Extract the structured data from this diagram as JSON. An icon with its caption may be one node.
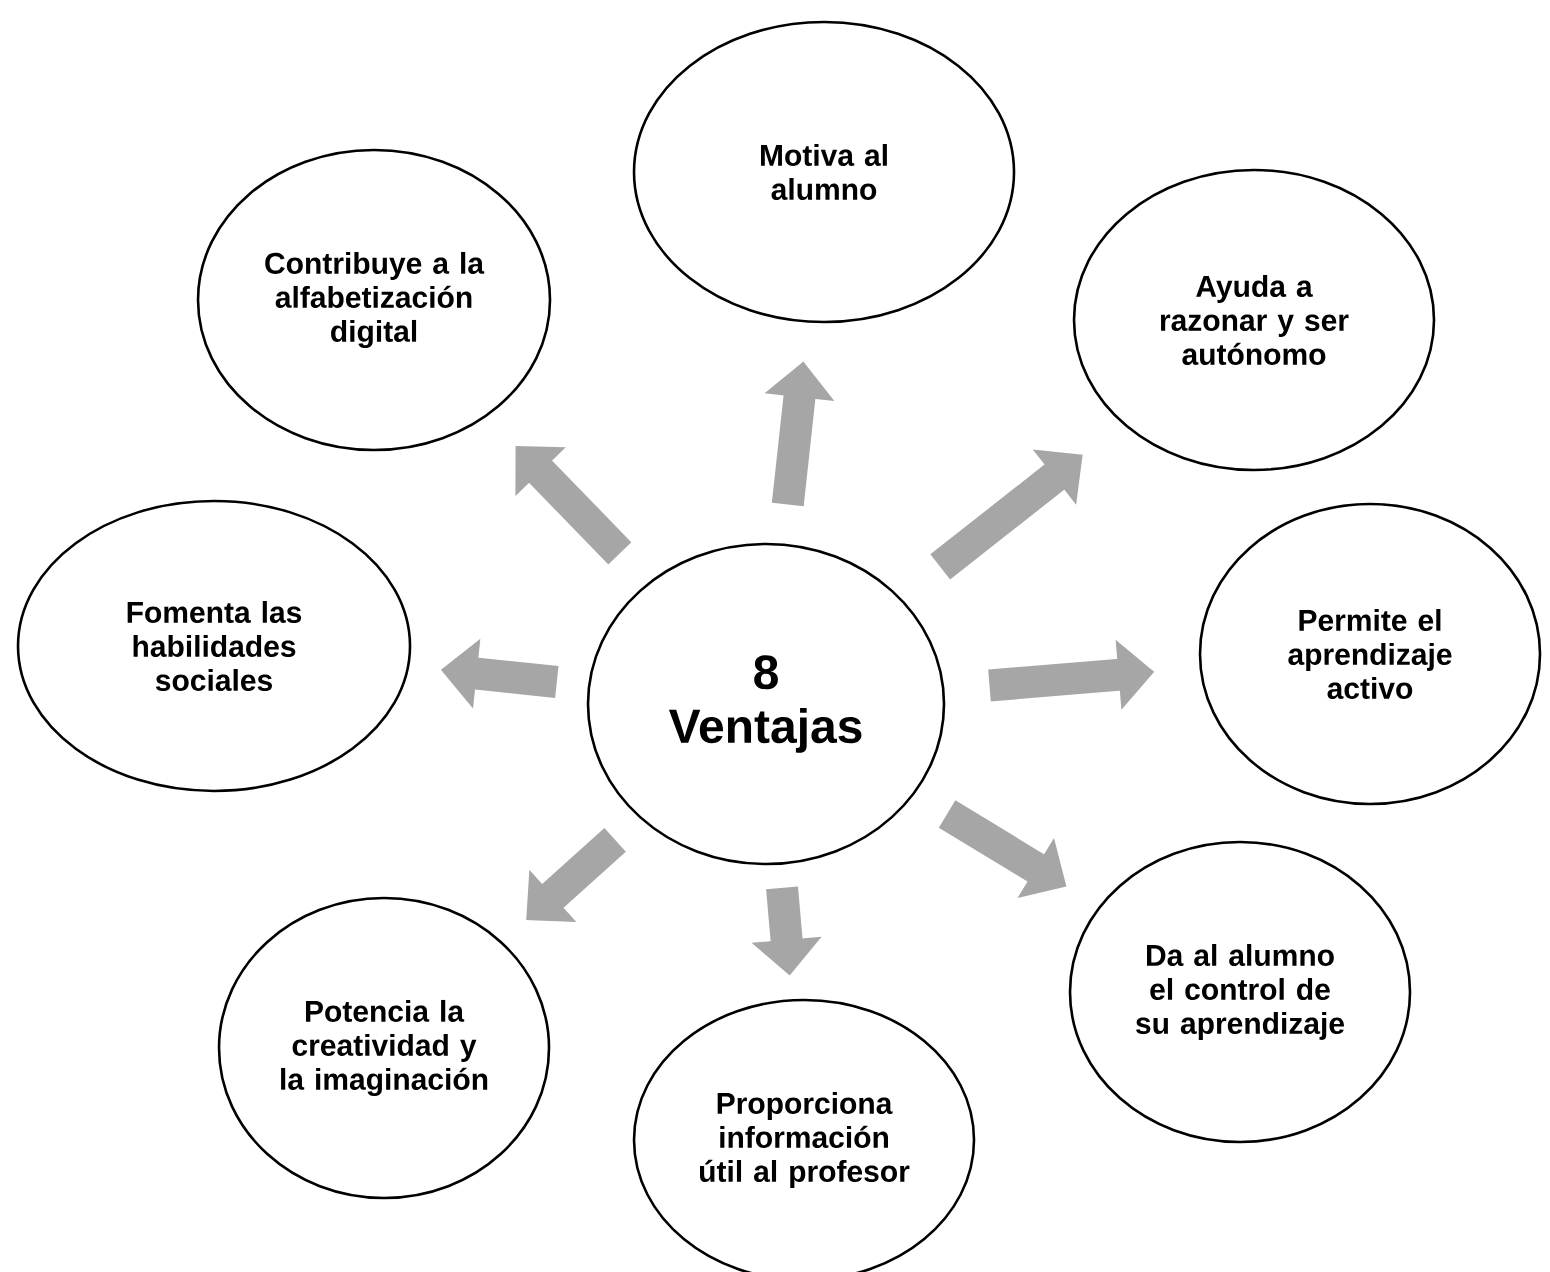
{
  "diagram": {
    "nodes": [
      {
        "text": [
          "8 Ventajas"
        ]
      },
      {
        "text": [
          "Motiva al alumno"
        ]
      },
      {
        "text": [
          "Ayuda a razonar y ser autónomo"
        ]
      },
      {
        "text": [
          "Permite el aprendizaje activo"
        ]
      },
      {
        "text": [
          "Da al alumno el control de su aprendizaje"
        ]
      },
      {
        "text": [
          "Proporciona información útil al profesor"
        ]
      },
      {
        "text": [
          "Potencia la creatividad y la imaginación"
        ]
      },
      {
        "text": [
          "Fomenta las habilidades sociales"
        ]
      },
      {
        "text": [
          "Contribuye a la alfabetización digital"
        ]
      }
    ],
    "edges": [
      {
        "from": 0,
        "to": 1,
        "arrow": "to"
      },
      {
        "from": 0,
        "to": 2,
        "arrow": "to"
      },
      {
        "from": 0,
        "to": 3,
        "arrow": "to"
      },
      {
        "from": 0,
        "to": 4,
        "arrow": "to"
      },
      {
        "from": 0,
        "to": 5,
        "arrow": "to"
      },
      {
        "from": 0,
        "to": 6,
        "arrow": "to"
      },
      {
        "from": 0,
        "to": 7,
        "arrow": "to"
      },
      {
        "from": 0,
        "to": 8,
        "arrow": "to"
      }
    ]
  }
}
